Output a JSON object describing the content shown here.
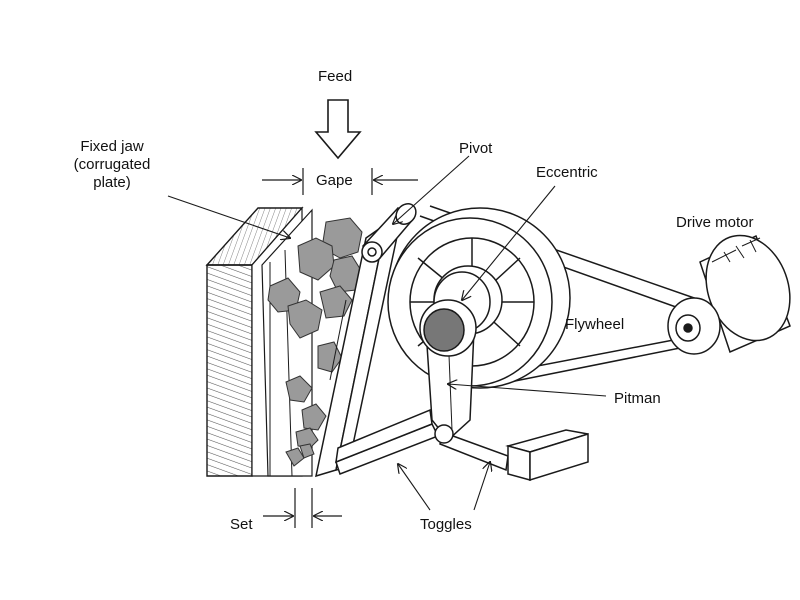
{
  "labels": {
    "feed": "Feed",
    "gape": "Gape",
    "pivot": "Pivot",
    "eccentric": "Eccentric",
    "drive_motor": "Drive motor",
    "fixed_jaw_line1": "Fixed jaw",
    "fixed_jaw_line2": "(corrugated",
    "fixed_jaw_line3": "plate)",
    "flywheel": "Flywheel",
    "pitman": "Pitman",
    "set": "Set",
    "toggles": "Toggles"
  },
  "colors": {
    "line": "#1a1a1a",
    "rock_fill": "#9a9a9a",
    "rock_dark": "#7a7a7a",
    "hatch": "#555555",
    "shaft_fill": "#777777",
    "white": "#ffffff"
  }
}
